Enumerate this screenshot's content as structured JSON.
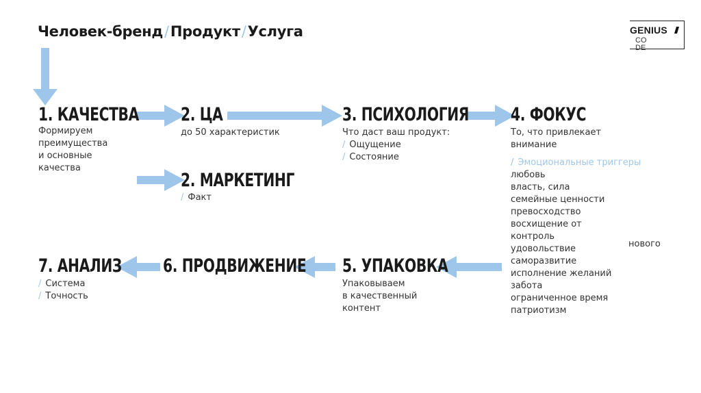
{
  "header": {
    "part1": "Человек-бренд",
    "sep1": "/",
    "part2": "Продукт",
    "sep2": "/",
    "part3": "Услуга"
  },
  "logo": {
    "word": "GENIUS",
    "code_line1": "CO",
    "code_line2": "DE"
  },
  "colors": {
    "arrow": "#9ec6ea",
    "accent_text": "#9ec6ea",
    "text": "#1a1a1a"
  },
  "steps": {
    "s1": {
      "title": "1. КАЧЕСТВА",
      "lines": [
        "Формируем",
        "преимущества",
        "и основные",
        "качества"
      ]
    },
    "s2a": {
      "title": "2. ЦА",
      "lines": [
        "до 50 характеристик"
      ]
    },
    "s2b": {
      "title": "2. МАРКЕТИНГ",
      "items": [
        "Факт"
      ]
    },
    "s3": {
      "title": "3. ПСИХОЛОГИЯ",
      "intro": "Что даст ваш продукт:",
      "items": [
        "Ощущение",
        "Состояние"
      ]
    },
    "s4": {
      "title": "4. ФОКУС",
      "lines": [
        "То, что привлекает",
        "внимание"
      ],
      "trigger_heading": "Эмоциональные триггеры",
      "triggers": [
        "любовь",
        "власть, сила",
        "семейные ценности",
        "превосходство",
        "восхищение от",
        "контроль",
        "удовольствие",
        "саморазвитие",
        "исполнение желаний",
        "забота",
        "ограниченное время",
        "патриотизм"
      ],
      "side_note": "нового"
    },
    "s5": {
      "title": "5. УПАКОВКА",
      "lines": [
        "Упаковываем",
        "в качественный",
        "контент"
      ]
    },
    "s6": {
      "title": "6. ПРОДВИЖЕНИЕ"
    },
    "s7": {
      "title": "7. АНАЛИЗ",
      "items": [
        "Система",
        "Точность"
      ]
    }
  }
}
